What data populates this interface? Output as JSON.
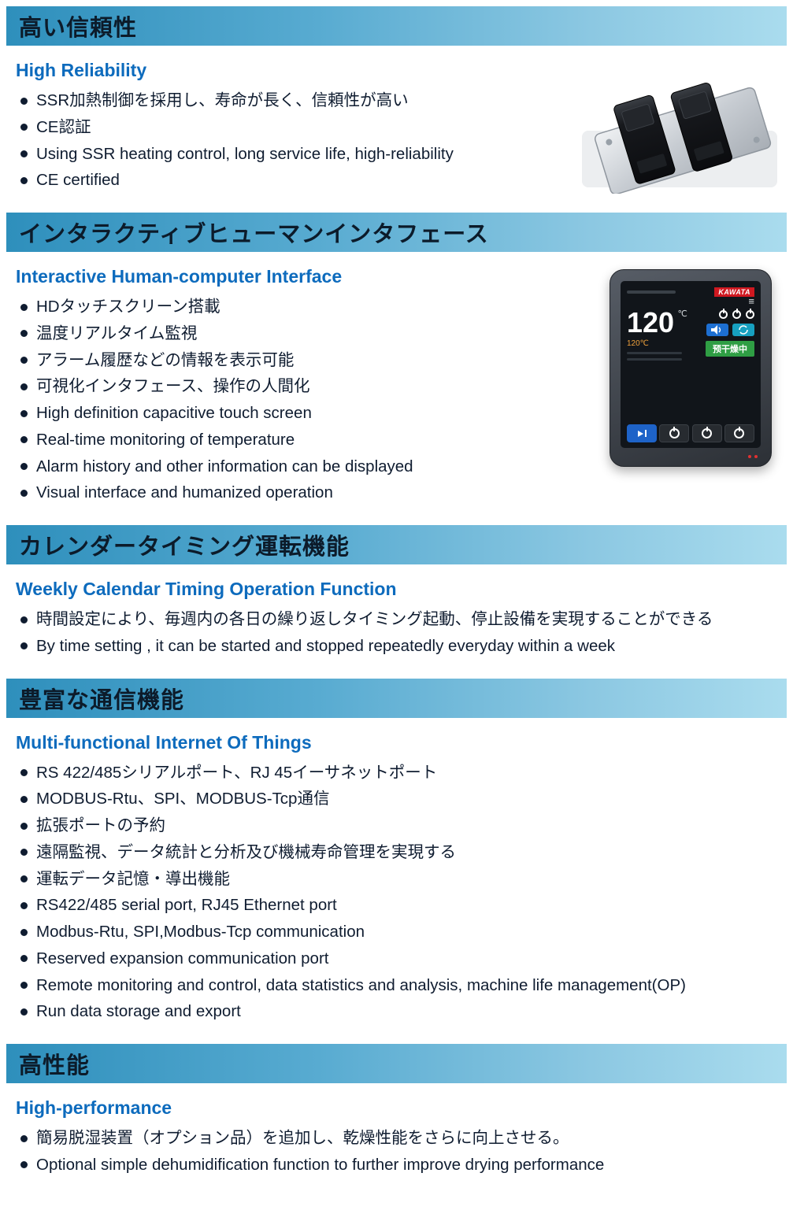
{
  "colors": {
    "header_gradient_start": "#2e8fbc",
    "header_gradient_end": "#aadcee",
    "header_title_text": "#0c1b2a",
    "subtitle_blue": "#0d6bbd",
    "body_text": "#0f1c30",
    "badge_green": "#2f9e44",
    "brand_red": "#cf1820"
  },
  "sections": [
    {
      "title_jp": "高い信頼性",
      "subtitle_en": "High Reliability",
      "bullets": [
        "SSR加熱制御を採用し、寿命が長く、信頼性が高い",
        "CE認証",
        "Using SSR heating control, long service life, high-reliability",
        "CE certified"
      ]
    },
    {
      "title_jp": "インタラクティブヒューマンインタフェース",
      "subtitle_en": "Interactive Human-computer Interface",
      "bullets": [
        "HDタッチスクリーン搭載",
        "温度リアルタイム監視",
        "アラーム履歴などの情報を表示可能",
        "可視化インタフェース、操作の人間化",
        "High definition capacitive touch screen",
        "Real-time monitoring of temperature",
        "Alarm history and other information can be displayed",
        "Visual interface and humanized operation"
      ]
    },
    {
      "title_jp": "カレンダータイミング運転機能",
      "subtitle_en": "Weekly Calendar Timing Operation Function",
      "bullets": [
        "時間設定により、毎週内の各日の繰り返しタイミング起動、停止設備を実現することができる",
        "By time setting , it can be started and stopped repeatedly everyday within a week"
      ]
    },
    {
      "title_jp": "豊富な通信機能",
      "subtitle_en": "Multi-functional Internet Of Things",
      "bullets": [
        "RS 422/485シリアルポート、RJ 45イーサネットポート",
        "MODBUS-Rtu、SPI、MODBUS-Tcp通信",
        "拡張ポートの予約",
        "遠隔監視、データ統計と分析及び機械寿命管理を実現する",
        "運転データ記憶・導出機能",
        "RS422/485 serial port, RJ45 Ethernet port",
        "Modbus-Rtu, SPI,Modbus-Tcp communication",
        "Reserved expansion communication port",
        "Remote monitoring and control, data statistics and analysis, machine life management(OP)",
        "Run data storage and export"
      ]
    },
    {
      "title_jp": "高性能",
      "subtitle_en": "High-performance",
      "bullets": [
        "簡易脱湿装置（オプション品）を追加し、乾燥性能をさらに向上させる。",
        "Optional simple dehumidification function to further improve drying performance"
      ]
    }
  ],
  "controller_screen": {
    "brand": "KAWATA",
    "temp_value": "120",
    "temp_unit": "℃",
    "set_temp": "120℃",
    "status_badge": "预干燥中"
  }
}
